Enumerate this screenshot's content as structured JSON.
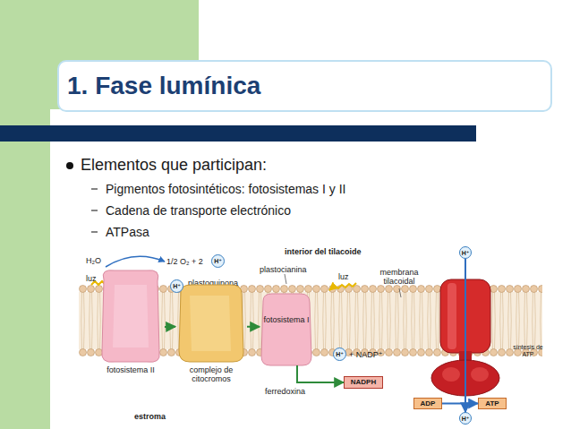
{
  "diagram": {
    "title": "1. Fase lumínica",
    "nodes": [
      {
        "text": [
          "fotosistema II"
        ]
      },
      {
        "text": [
          "complejo de citocromos"
        ]
      },
      {
        "text": [
          "fotosistema I"
        ]
      },
      {
        "text": [
          "síntesis de ATP"
        ]
      },
      {
        "text": [
          "NADPH"
        ]
      },
      {
        "text": [
          "ADP"
        ]
      },
      {
        "text": [
          "ATP"
        ]
      },
      {
        "text": [
          "H⁺"
        ]
      },
      {
        "text": [
          "H⁺"
        ]
      },
      {
        "text": [
          "H⁺"
        ]
      },
      {
        "text": [
          "H⁺"
        ]
      },
      {
        "text": [
          "H⁺"
        ]
      }
    ],
    "edges": [
      {
        "from": 0,
        "to": 1,
        "arrow": "to"
      },
      {
        "from": 1,
        "to": 2,
        "arrow": "to"
      },
      {
        "from": 2,
        "to": 4,
        "arrow": "to"
      },
      {
        "from": 5,
        "to": 6,
        "arrow": "to"
      },
      {
        "from": 9,
        "to": 10,
        "arrow": "to"
      }
    ],
    "labels": [
      "Elementos que participan:",
      "Pigmentos fotosintéticos: fotosistemas I y II",
      "Cadena de transporte electrónico",
      "ATPasa",
      "interior del tilacoide",
      "H₂O",
      "luz",
      "1/2 O₂ + 2",
      "plastoquinona",
      "plastocianina",
      "luz",
      "membrana tilacoidal",
      "ferredoxina",
      "+ NADP⁺",
      "estroma"
    ]
  }
}
